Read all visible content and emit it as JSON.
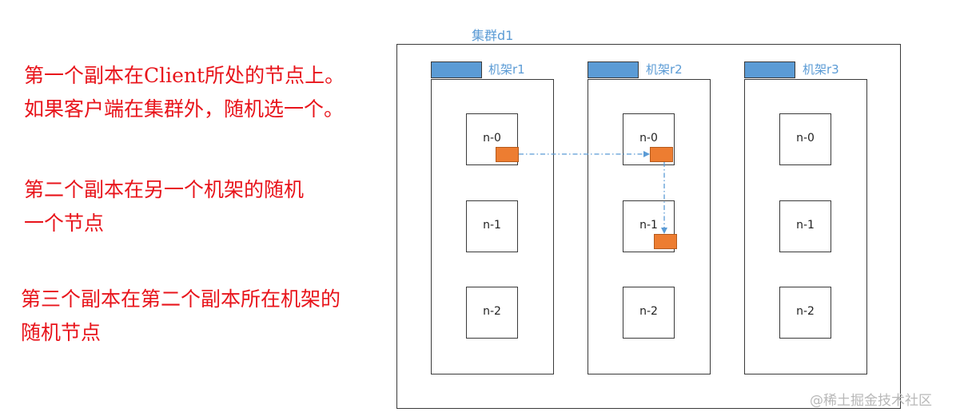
{
  "notes": [
    {
      "lines": [
        "第一个副本在Client所处的节点上。",
        "如果客户端在集群外，随机选一个。"
      ]
    },
    {
      "lines": [
        "第二个副本在另一个机架的随机",
        "一个节点"
      ]
    },
    {
      "lines": [
        "第三个副本在第二个副本所在机架的",
        "随机节点"
      ]
    }
  ],
  "cluster": {
    "label": "集群d1"
  },
  "racks": [
    {
      "label": "机架r1",
      "nodes": [
        "n-0",
        "n-1",
        "n-2"
      ]
    },
    {
      "label": "机架r2",
      "nodes": [
        "n-0",
        "n-1",
        "n-2"
      ]
    },
    {
      "label": "机架r3",
      "nodes": [
        "n-0",
        "n-1",
        "n-2"
      ]
    }
  ],
  "replicas": [
    {
      "rack": 0,
      "node": 0
    },
    {
      "rack": 1,
      "node": 0
    },
    {
      "rack": 1,
      "node": 1
    }
  ],
  "colors": {
    "note_text": "#e8141b",
    "label_blue": "#5b9bd5",
    "rack_tab": "#5b9bd5",
    "replica": "#ed7d31",
    "arrow": "#5b9bd5",
    "border": "#3a3a3a"
  },
  "watermark": "@稀土掘金技术社区"
}
